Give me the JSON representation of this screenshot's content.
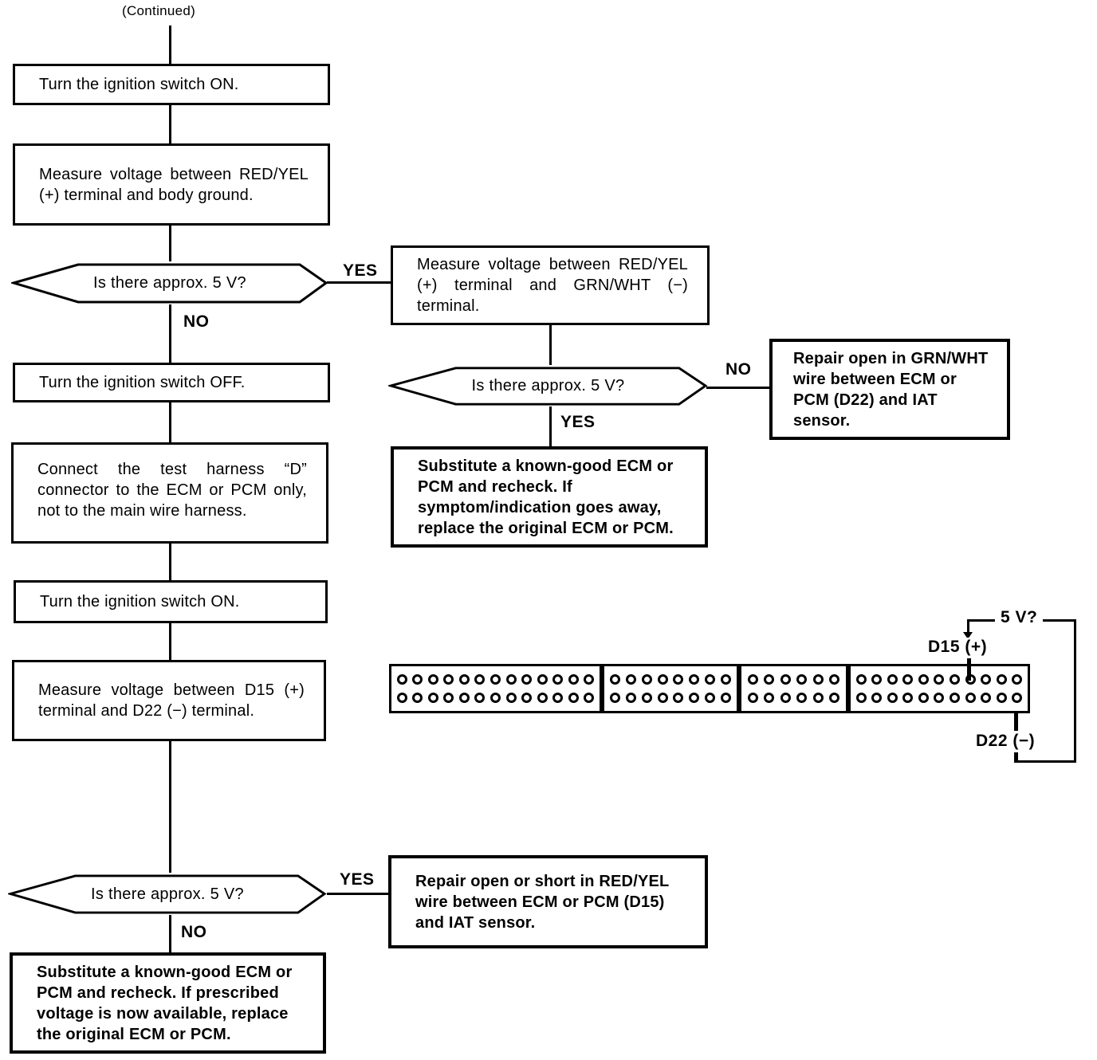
{
  "page": {
    "continued_label": "(Continued)"
  },
  "labels": {
    "yes": "YES",
    "no": "NO"
  },
  "flow": {
    "box_ignition_on_1": "Turn the ignition switch ON.",
    "box_measure_body": "Measure voltage between RED/YEL (+) terminal and body ground.",
    "decision_1": "Is there approx. 5 V?",
    "box_ignition_off": "Turn the ignition switch OFF.",
    "box_connect_harness": "Connect the test harness “D” connector to the ECM or PCM only, not to the main wire harness.",
    "box_ignition_on_2": "Turn the ignition switch ON.",
    "box_measure_d15": "Measure voltage between D15 (+) terminal and D22 (−) terminal.",
    "decision_2": "Is there approx. 5 V?",
    "box_substitute_prescribed": "Substitute a known-good ECM or PCM and recheck. If prescribed voltage is now available, replace the original ECM or PCM.",
    "box_measure_grnwht": "Measure voltage between RED/YEL (+) terminal and GRN/WHT (−) terminal.",
    "decision_3": "Is there approx. 5 V?",
    "box_repair_grnwht": "Repair open in GRN/WHT wire between ECM or PCM (D22) and IAT sensor.",
    "box_substitute_symptom": "Substitute a known-good ECM or PCM and recheck. If symptom/indication goes away, replace the original ECM or PCM.",
    "box_repair_redyel": "Repair open or short in RED/YEL wire between ECM or PCM (D15) and IAT sensor."
  },
  "connector": {
    "sections_pins": [
      13,
      8,
      6,
      11
    ],
    "rows_per_section": 2,
    "label_5v": "5 V?",
    "label_d15": "D15 (+)",
    "label_d22": "D22 (−)"
  },
  "colors": {
    "ink": "#000000",
    "paper": "#ffffff"
  }
}
